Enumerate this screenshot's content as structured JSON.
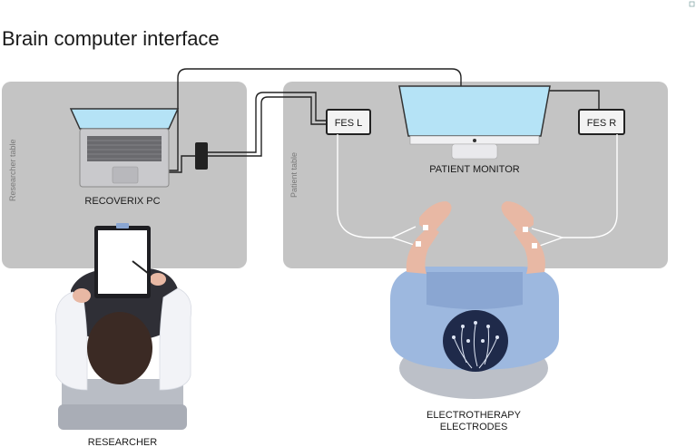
{
  "title": "Brain computer interface",
  "tables": {
    "researcher": "Researcher table",
    "patient": "Patient table"
  },
  "labels": {
    "pc": "RECOVERIX PC",
    "monitor": "PATIENT MONITOR",
    "fes_left": "FES L",
    "fes_right": "FES R",
    "researcher": "RESEARCHER",
    "electrodes_line1": "ELECTROTHERAPY",
    "electrodes_line2": "ELECTRODES"
  },
  "colors": {
    "table": "#c4c4c4",
    "screen": "#b5e3f6",
    "shirt_patient": "#9db8df",
    "coat_researcher": "#f2f3f7",
    "hair": "#3b2a24",
    "skin": "#e8b8a4",
    "cable": "#222222",
    "electrode_wire": "#ffffff"
  }
}
